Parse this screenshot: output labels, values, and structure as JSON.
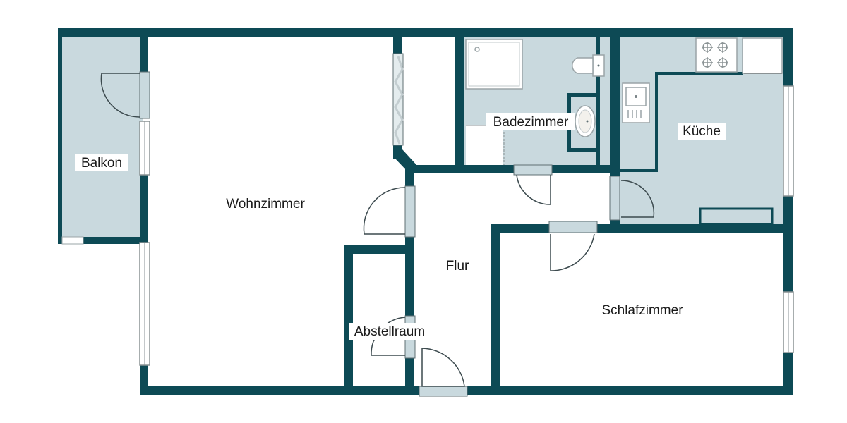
{
  "diagram": {
    "type": "floor_plan",
    "colors": {
      "wall": "#0d4a55",
      "wet_room_floor": "#c9d9de",
      "dry_room_floor": "#ffffff",
      "label_text": "#1a1a1a"
    },
    "rooms": [
      {
        "id": "balkon",
        "label": "Balkon",
        "floor": "tiled"
      },
      {
        "id": "wohnzimmer",
        "label": "Wohnzimmer",
        "floor": "plain"
      },
      {
        "id": "badezimmer",
        "label": "Badezimmer",
        "floor": "tiled"
      },
      {
        "id": "kueche",
        "label": "Küche",
        "floor": "tiled"
      },
      {
        "id": "flur",
        "label": "Flur",
        "floor": "plain"
      },
      {
        "id": "abstellraum",
        "label": "Abstellraum",
        "floor": "plain"
      },
      {
        "id": "schlafzimmer",
        "label": "Schlafzimmer",
        "floor": "plain"
      }
    ],
    "fixtures": [
      "shower-tray",
      "toilet",
      "washbasin",
      "stove",
      "kitchen-sink",
      "fridge",
      "kitchen-counter"
    ]
  }
}
